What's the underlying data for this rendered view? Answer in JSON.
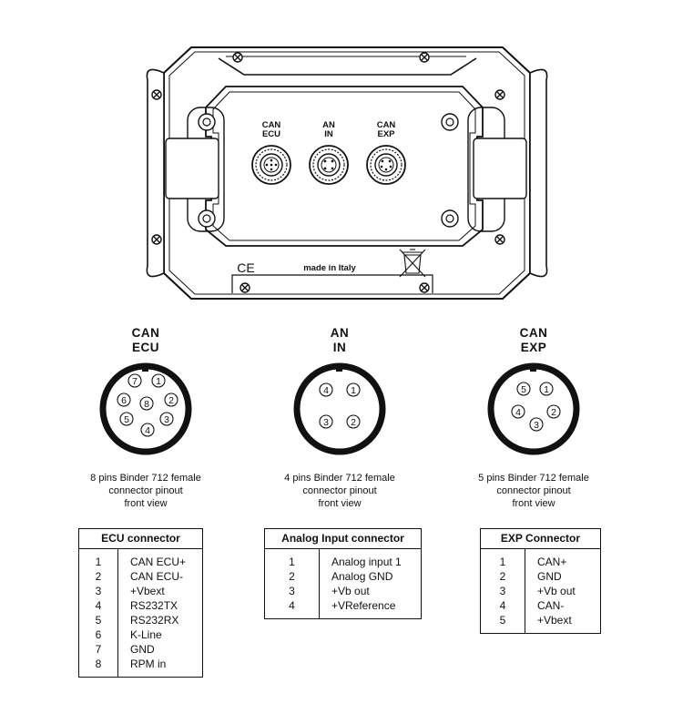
{
  "device": {
    "port_labels": [
      {
        "line1": "CAN",
        "line2": "ECU"
      },
      {
        "line1": "AN",
        "line2": "IN"
      },
      {
        "line1": "CAN",
        "line2": "EXP"
      }
    ],
    "ce_mark": "CE",
    "made_in": "made in Italy"
  },
  "connectors": [
    {
      "title_line1": "CAN",
      "title_line2": "ECU",
      "caption": [
        "8 pins Binder 712 female",
        "connector pinout",
        "front view"
      ],
      "pin_labels": [
        "1",
        "2",
        "3",
        "4",
        "5",
        "6",
        "7",
        "8"
      ],
      "table": {
        "header": "ECU connector",
        "rows": [
          {
            "pin": "1",
            "signal": "CAN ECU+"
          },
          {
            "pin": "2",
            "signal": "CAN ECU-"
          },
          {
            "pin": "3",
            "signal": "+Vbext"
          },
          {
            "pin": "4",
            "signal": "RS232TX"
          },
          {
            "pin": "5",
            "signal": "RS232RX"
          },
          {
            "pin": "6",
            "signal": "K-Line"
          },
          {
            "pin": "7",
            "signal": "GND"
          },
          {
            "pin": "8",
            "signal": "RPM in"
          }
        ]
      }
    },
    {
      "title_line1": "AN",
      "title_line2": "IN",
      "caption": [
        "4 pins Binder 712 female",
        "connector pinout",
        "front view"
      ],
      "pin_labels": [
        "1",
        "2",
        "3",
        "4"
      ],
      "table": {
        "header": "Analog Input connector",
        "rows": [
          {
            "pin": "1",
            "signal": "Analog input 1"
          },
          {
            "pin": "2",
            "signal": "Analog GND"
          },
          {
            "pin": "3",
            "signal": "+Vb out"
          },
          {
            "pin": "4",
            "signal": "+VReference"
          }
        ]
      }
    },
    {
      "title_line1": "CAN",
      "title_line2": "EXP",
      "caption": [
        "5 pins Binder 712 female",
        "connector pinout",
        "front view"
      ],
      "pin_labels": [
        "1",
        "2",
        "3",
        "4",
        "5"
      ],
      "table": {
        "header": "EXP Connector",
        "rows": [
          {
            "pin": "1",
            "signal": "CAN+"
          },
          {
            "pin": "2",
            "signal": "GND"
          },
          {
            "pin": "3",
            "signal": "+Vb out"
          },
          {
            "pin": "4",
            "signal": "CAN-"
          },
          {
            "pin": "5",
            "signal": "+Vbext"
          }
        ]
      }
    }
  ]
}
